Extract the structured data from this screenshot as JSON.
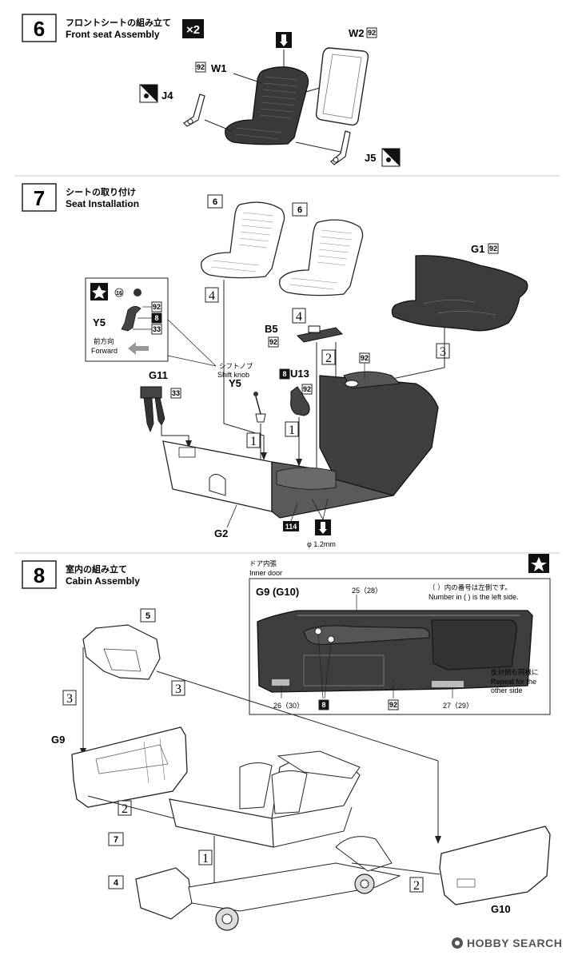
{
  "step6": {
    "number": "6",
    "title_jp": "フロントシートの組み立て",
    "title_en": "Front seat Assembly",
    "multiplier": "×2",
    "parts": {
      "w2": "W2",
      "w2_color": "92",
      "w1": "W1",
      "w1_color": "92",
      "j4": "J4",
      "j5": "J5"
    }
  },
  "step7": {
    "number": "7",
    "title_jp": "シートの取り付け",
    "title_en": "Seat Installation",
    "parts": {
      "seat_ref_a": "6",
      "seat_ref_b": "6",
      "g1": "G1",
      "g1_color": "92",
      "b5": "B5",
      "b5_color": "92",
      "u13": "U13",
      "u13_color_a": "8",
      "u13_color_b": "92",
      "y5": "Y5",
      "g11": "G11",
      "g11_color": "33",
      "g2": "G2",
      "body_color": "92",
      "floor_color": "114",
      "drill": "φ 1.2mm"
    },
    "shift_knob_jp": "シフトノブ",
    "shift_knob_en": "Shift knob",
    "inset": {
      "color_16": "16",
      "y5": "Y5",
      "colors": [
        "92",
        "8",
        "33"
      ],
      "forward_jp": "前方向",
      "forward_en": "Forward"
    },
    "order": [
      "4",
      "4",
      "3",
      "2",
      "1",
      "1"
    ]
  },
  "step8": {
    "number": "8",
    "title_jp": "室内の組み立て",
    "title_en": "Cabin Assembly",
    "inner_door_jp": "ドア内張",
    "inner_door_en": "Inner door",
    "door_panel": {
      "title": "G9 (G10)",
      "color_top": "25（28）",
      "note_jp": "（ ）内の番号は左側です。",
      "note_en": "Number in ( ) is the left side.",
      "repeat_jp": "反対側も同様に",
      "repeat_en_1": "Repeat for the",
      "repeat_en_2": "other side",
      "color_bl": "26（30）",
      "color_8": "8",
      "color_92": "92",
      "color_br": "27（29）"
    },
    "refs": {
      "ref5": "5",
      "ref7": "7",
      "ref4": "4",
      "g9": "G9",
      "g10": "G10"
    },
    "order": [
      "3",
      "3",
      "2",
      "1",
      "2"
    ]
  },
  "watermark": {
    "brand": "HOBBY SEARCH"
  }
}
